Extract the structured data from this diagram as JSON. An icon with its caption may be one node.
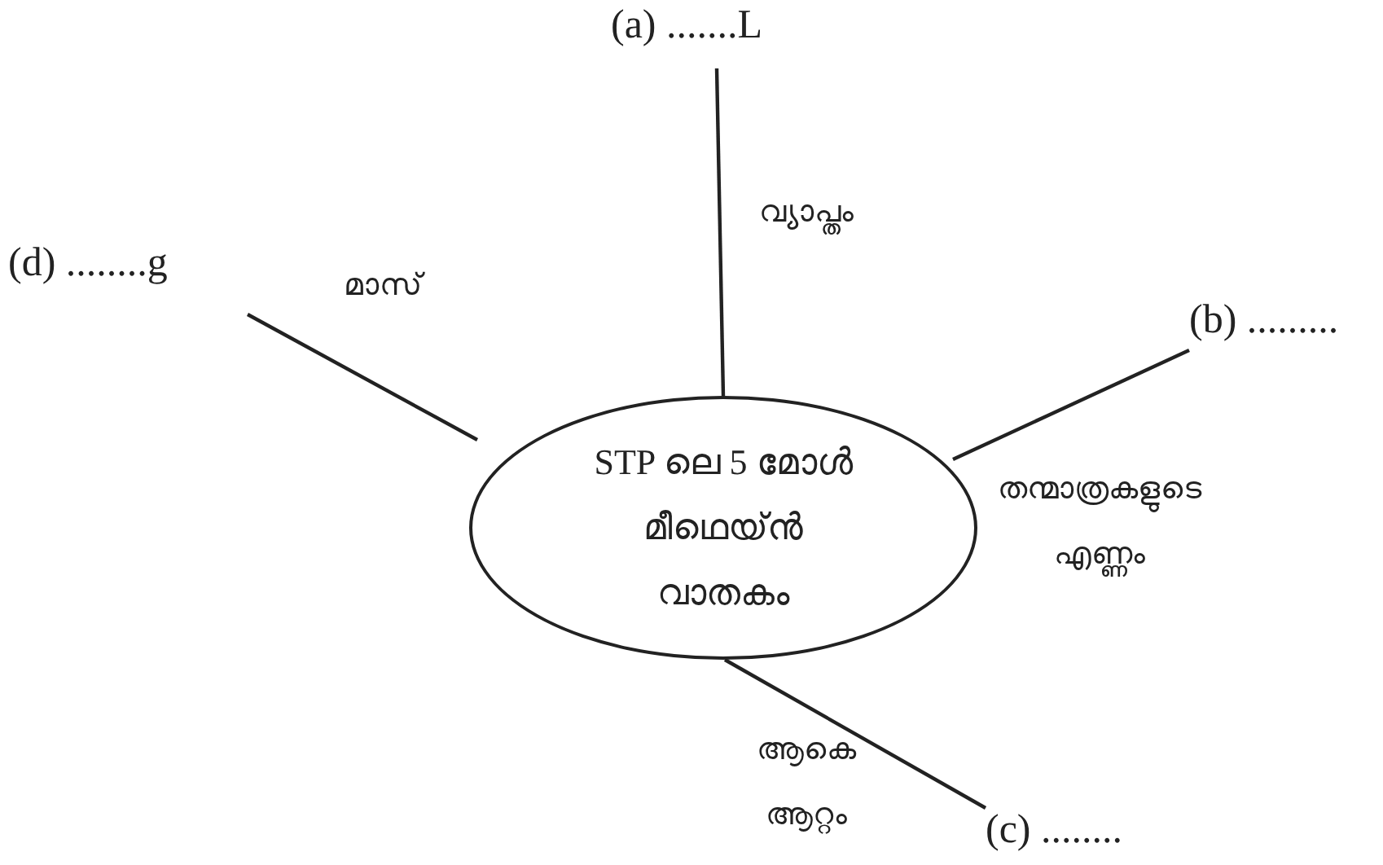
{
  "diagram": {
    "nodes": [
      {
        "text": [
          "STP ലെ 5 മോൾ മീഥെയ്ൻ വാതകം"
        ]
      },
      {
        "text": [
          "(a) .......L"
        ]
      },
      {
        "text": [
          "(b) ........."
        ]
      },
      {
        "text": [
          "(c) ........"
        ]
      },
      {
        "text": [
          "(d) ........g"
        ]
      }
    ],
    "edges": [
      {
        "from": 0,
        "to": 1,
        "arrow": "none",
        "label": "വ്യാപ്തം"
      },
      {
        "from": 0,
        "to": 2,
        "arrow": "none",
        "label": "തന്മാത്രകളുടെ എണ്ണം"
      },
      {
        "from": 0,
        "to": 3,
        "arrow": "none",
        "label": "ആകെ ആറ്റം"
      },
      {
        "from": 0,
        "to": 4,
        "arrow": "none",
        "label": "മാസ്"
      }
    ]
  }
}
